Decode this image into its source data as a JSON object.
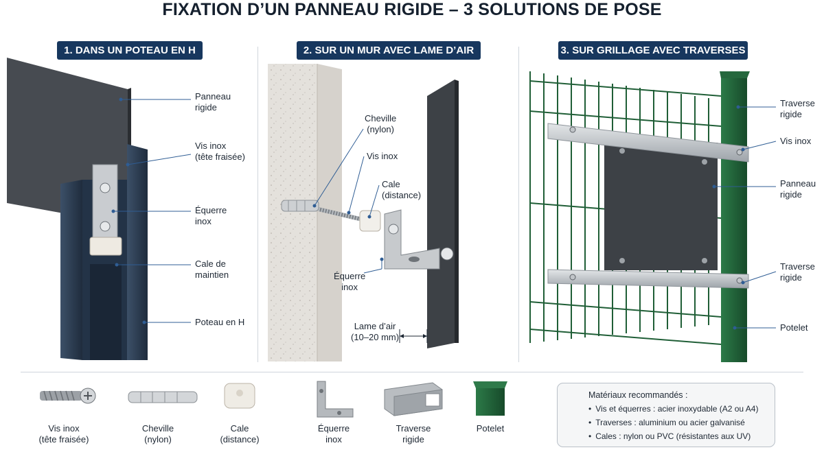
{
  "title": "FIXATION D’UN PANNEAU RIGIDE – 3 SOLUTIONS DE POSE",
  "colors": {
    "badge": "#17375e",
    "panel": "#3f4348",
    "post_h": "#2c3c52",
    "fence_green": "#1f5e36",
    "steel": "#b8bcc0"
  },
  "sections": [
    {
      "heading": "1. DANS UN POTEAU EN H",
      "labels": [
        {
          "lines": [
            "Panneau",
            "rigide"
          ]
        },
        {
          "lines": [
            "Vis inox",
            "(tête fraisée)"
          ]
        },
        {
          "lines": [
            "Équerre",
            "inox"
          ]
        },
        {
          "lines": [
            "Cale de",
            "maintien"
          ]
        },
        {
          "lines": [
            "Poteau en H"
          ]
        }
      ]
    },
    {
      "heading": "2. SUR UN MUR AVEC LAME D’AIR",
      "labels": [
        {
          "lines": [
            "Cheville",
            "(nylon)"
          ]
        },
        {
          "lines": [
            "Vis inox"
          ]
        },
        {
          "lines": [
            "Cale",
            "(distance)"
          ]
        },
        {
          "lines": [
            "Équerre",
            "inox"
          ]
        },
        {
          "lines": [
            "Lame d’air",
            "(10–20 mm)"
          ]
        }
      ]
    },
    {
      "heading": "3. SUR GRILLAGE AVEC TRAVERSES",
      "labels": [
        {
          "lines": [
            "Traverse",
            "rigide"
          ]
        },
        {
          "lines": [
            "Vis inox"
          ]
        },
        {
          "lines": [
            "Panneau",
            "rigide"
          ]
        },
        {
          "lines": [
            "Traverse",
            "rigide"
          ]
        },
        {
          "lines": [
            "Potelet"
          ]
        }
      ]
    }
  ],
  "materials": [
    {
      "icon": "screw-icon",
      "lines": [
        "Vis inox",
        "(tête fraisée)"
      ]
    },
    {
      "icon": "wall-plug-icon",
      "lines": [
        "Cheville",
        "(nylon)"
      ]
    },
    {
      "icon": "spacer-icon",
      "lines": [
        "Cale",
        "(distance)"
      ]
    },
    {
      "icon": "bracket-icon",
      "lines": [
        "Équerre",
        "inox"
      ]
    },
    {
      "icon": "rail-icon",
      "lines": [
        "Traverse",
        "rigide"
      ]
    },
    {
      "icon": "post-icon",
      "lines": [
        "Potelet"
      ]
    }
  ],
  "info": {
    "icon": "lightbulb-icon",
    "title": "Matériaux recommandés :",
    "items": [
      "Vis et équerres : acier inoxydable (A2 ou A4)",
      "Traverses : aluminium ou acier galvanisé",
      "Cales : nylon ou PVC (résistantes aux UV)"
    ]
  }
}
